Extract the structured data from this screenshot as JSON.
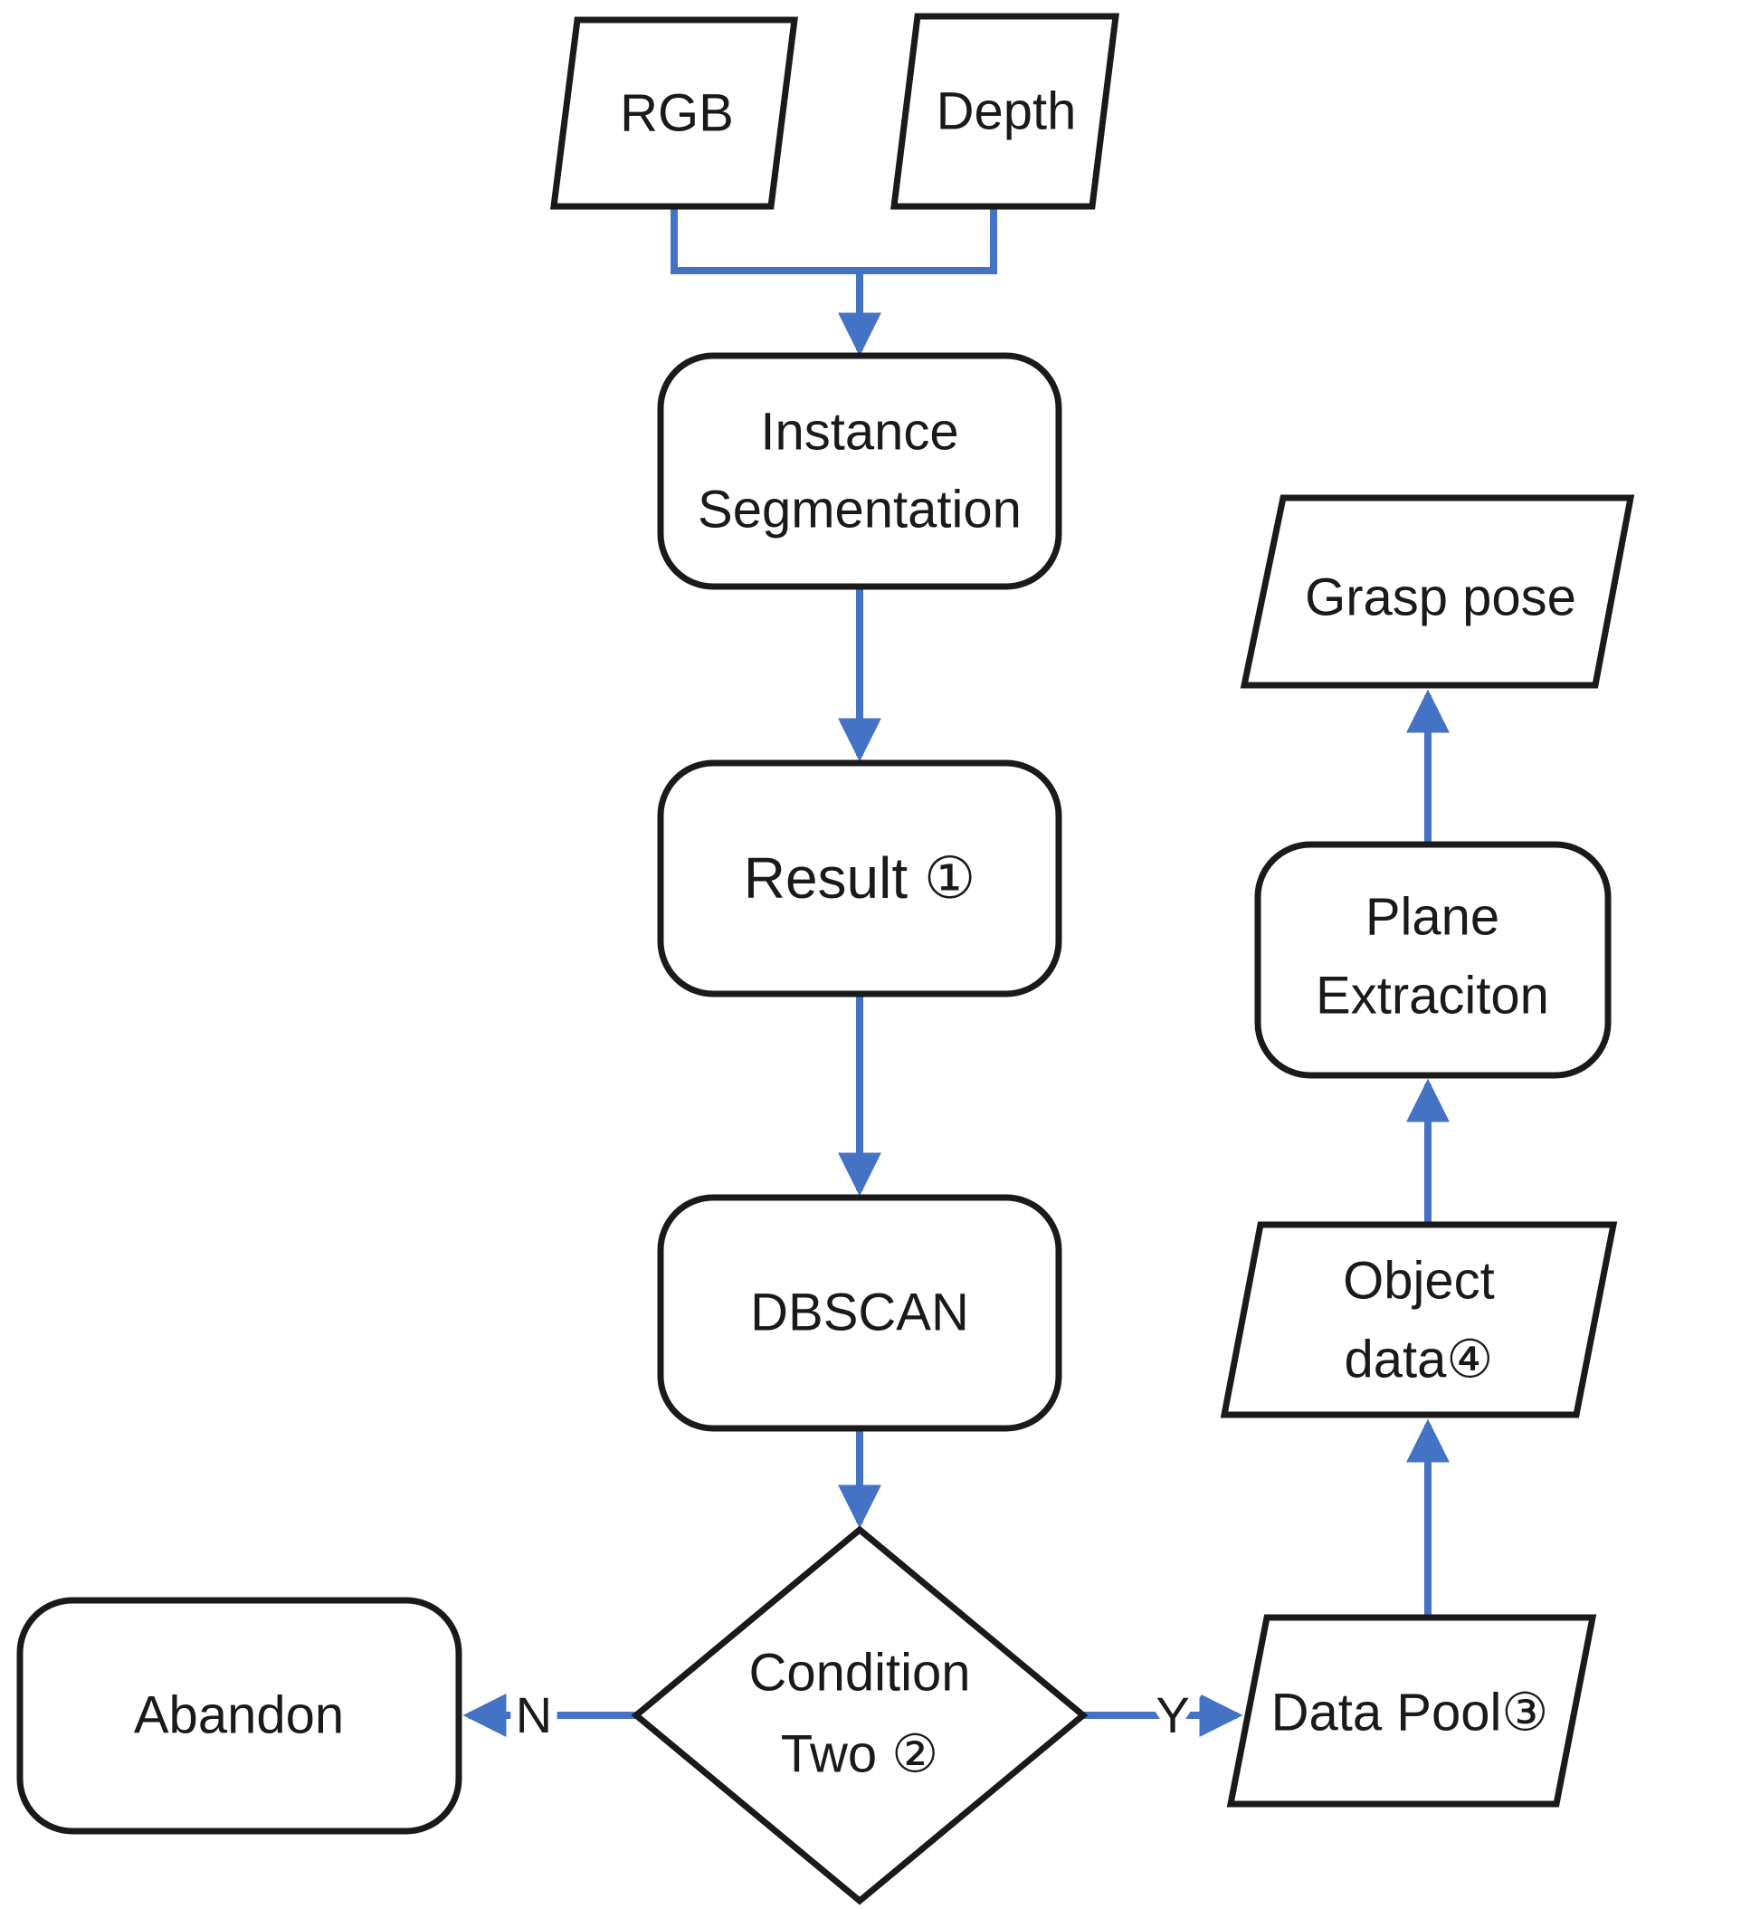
{
  "diagram": {
    "nodes": {
      "rgb": {
        "label": "RGB",
        "shape": "parallelogram"
      },
      "depth": {
        "label": "Depth",
        "shape": "parallelogram"
      },
      "instance_segmentation": {
        "line1": "Instance",
        "line2": "Segmentation",
        "shape": "rounded-rectangle"
      },
      "result": {
        "label": "Result ①",
        "shape": "rounded-rectangle"
      },
      "dbscan": {
        "label": "DBSCAN",
        "shape": "rounded-rectangle"
      },
      "condition_two": {
        "line1": "Condition",
        "line2": "Two ②",
        "shape": "diamond"
      },
      "abandon": {
        "label": "Abandon",
        "shape": "rounded-rectangle"
      },
      "data_pool": {
        "label": "Data Pool③",
        "shape": "parallelogram"
      },
      "object_data": {
        "line1": "Object",
        "line2": "data④",
        "shape": "parallelogram"
      },
      "plane_extraction": {
        "line1": "Plane",
        "line2": "Extraciton",
        "shape": "rounded-rectangle"
      },
      "grasp_pose": {
        "label": "Grasp pose",
        "shape": "parallelogram"
      }
    },
    "edge_labels": {
      "no": "N",
      "yes": "Y"
    },
    "colors": {
      "connector": "#4472C4",
      "shape_outline": "#1A1A1A",
      "text": "#1A1A1A",
      "background": "#FFFFFF"
    }
  }
}
